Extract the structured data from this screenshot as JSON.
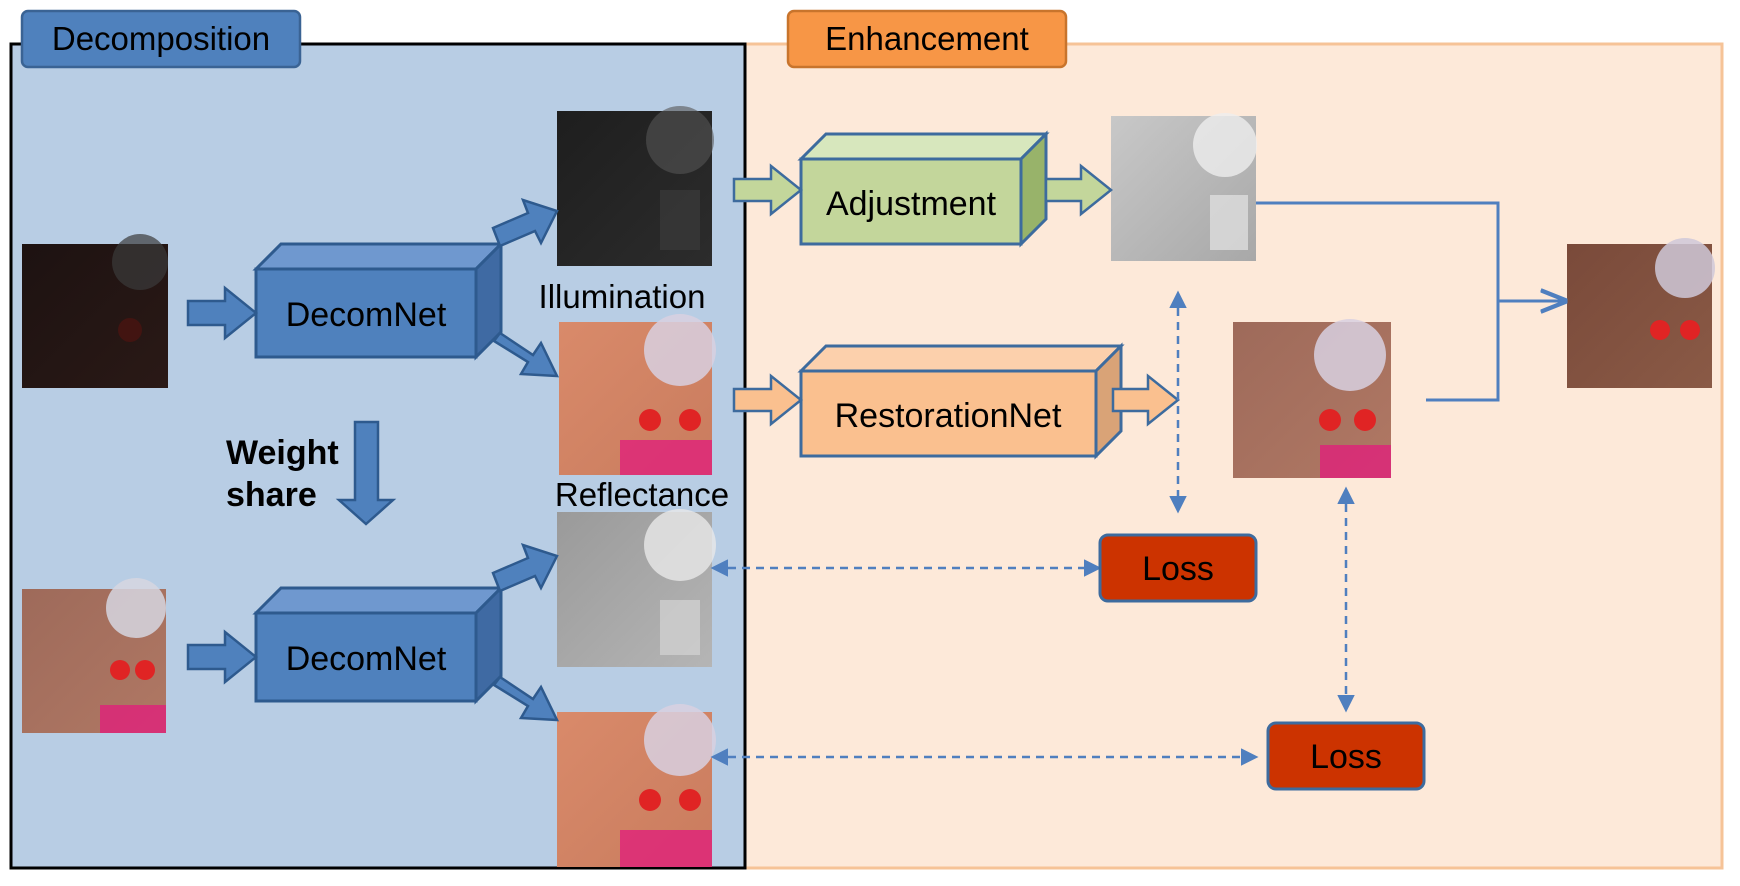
{
  "panels": {
    "decomposition": {
      "title": "Decomposition",
      "bg": "#b8cde4",
      "title_bg": "#4f81bd"
    },
    "enhancement": {
      "title": "Enhancement",
      "bg": "#fde9d9",
      "title_bg": "#f79646",
      "border": "#f6c397"
    }
  },
  "blocks": {
    "decomnet_top": "DecomNet",
    "decomnet_bottom": "DecomNet",
    "adjustment": "Adjustment",
    "restoration": "RestorationNet"
  },
  "labels": {
    "illumination": "Illumination",
    "reflectance": "Reflectance",
    "weight_share_line1": "Weight",
    "weight_share_line2": "share"
  },
  "loss": {
    "loss_mid": "Loss",
    "loss_bottom": "Loss",
    "color": "#cc3300"
  },
  "images": {
    "input_low": "dark earring photo",
    "input_normal": "earring photo",
    "illumination_low": "dark illumination map",
    "reflectance_low": "reflectance image",
    "illumination_normal": "gray illumination map",
    "reflectance_normal": "reflectance image",
    "adjusted_illumination": "adjusted illumination",
    "restored_reflectance": "restored reflectance",
    "output": "enhanced output"
  }
}
